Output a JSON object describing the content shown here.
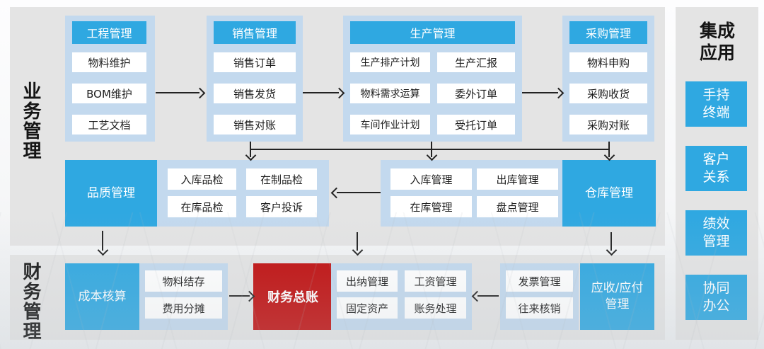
{
  "diagram": {
    "section_business": "业务管理",
    "section_finance": "财务管理",
    "columns": [
      {
        "title": "工程管理",
        "items": [
          "物料维护",
          "BOM维护",
          "工艺文档"
        ]
      },
      {
        "title": "销售管理",
        "items": [
          "销售订单",
          "销售发货",
          "销售对账"
        ]
      },
      {
        "title": "生产管理",
        "items": [
          "生产排产计划",
          "生产汇报",
          "物料需求运算",
          "委外订单",
          "车间作业计划",
          "受托订单"
        ]
      },
      {
        "title": "采购管理",
        "items": [
          "物料申购",
          "采购收货",
          "采购对账"
        ]
      }
    ],
    "quality_group": {
      "title": "品质管理",
      "items": [
        "入库品检",
        "在制品检",
        "在库品检",
        "客户投诉"
      ]
    },
    "warehouse_group": {
      "title": "仓库管理",
      "items": [
        "入库管理",
        "出库管理",
        "在库管理",
        "盘点管理"
      ]
    },
    "cost_group": {
      "title": "成本核算",
      "items": [
        "物料结存",
        "费用分摊"
      ]
    },
    "general_ledger": "财务总账",
    "cashier_group": {
      "items": [
        "出纳管理",
        "工资管理",
        "固定资产",
        "账务处理"
      ]
    },
    "invoice_group": {
      "items": [
        "发票管理",
        "往来核销"
      ]
    },
    "receivable_payable": "应收/应付管理",
    "integration_panel": {
      "title": "集成应用",
      "items": [
        "手持终端",
        "客户关系",
        "绩效管理",
        "协同办公"
      ]
    },
    "colors": {
      "primary_blue": "#2fa8e1",
      "light_blue": "#c3d9ee",
      "accent_red": "#c00d0d",
      "panel_gray": "#e4e4e4",
      "arrow_black": "#222222"
    }
  }
}
